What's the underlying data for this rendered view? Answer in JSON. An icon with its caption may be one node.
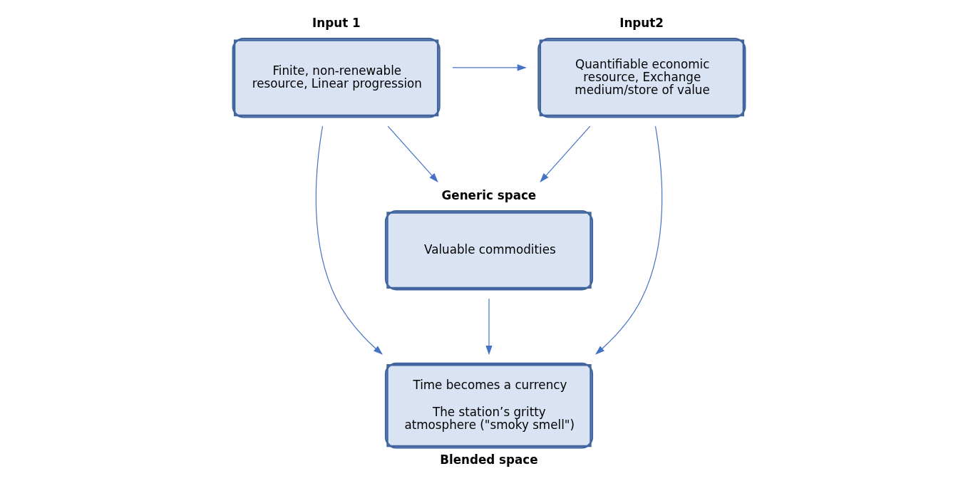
{
  "diagram": {
    "nodes": [
      {
        "text": [
          "Input 1",
          "Finite, non-renewable resource, Linear progression"
        ]
      },
      {
        "text": [
          "Generic space",
          "Valuable commodities"
        ]
      },
      {
        "text": [
          "Input2",
          "Quantifiable economic resource, Exchange medium/store of value"
        ]
      },
      {
        "text": [
          "Time becomes a currency",
          "The station’s gritty atmosphere (\"smoky smell\")",
          "Blended space"
        ]
      }
    ],
    "edges": [
      {
        "from": 0,
        "to": 1,
        "arrow": "to"
      },
      {
        "from": 0,
        "to": 2,
        "arrow": "to"
      },
      {
        "from": 0,
        "to": 3,
        "arrow": "to"
      },
      {
        "from": 1,
        "to": 3,
        "arrow": "to"
      },
      {
        "from": 2,
        "to": 1,
        "arrow": "to"
      },
      {
        "from": 2,
        "to": 3,
        "arrow": "to"
      }
    ]
  }
}
